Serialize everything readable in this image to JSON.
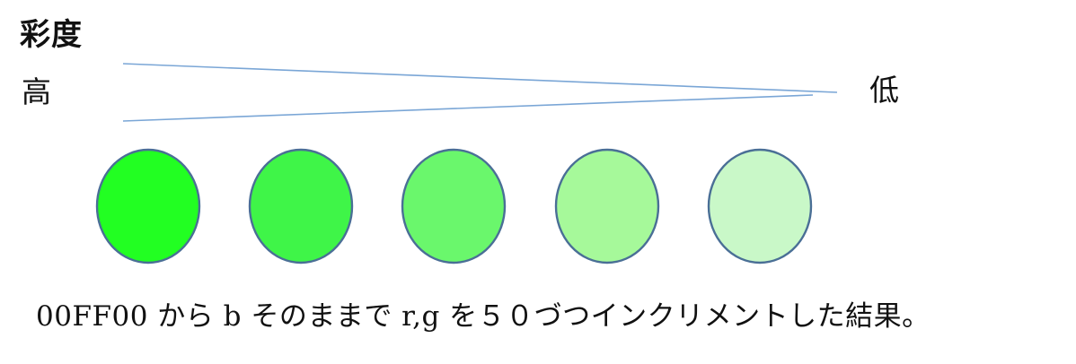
{
  "title": "彩度",
  "scale": {
    "high_label": "高",
    "low_label": "低"
  },
  "line_color": "#7aa6d6",
  "circle_stroke": "#4a6f96",
  "swatches": [
    {
      "color": "#22ff22"
    },
    {
      "color": "#3ff548"
    },
    {
      "color": "#6af76c"
    },
    {
      "color": "#a6f99a"
    },
    {
      "color": "#c9f8c8"
    }
  ],
  "caption": "00FF00 から b そのままで r,g を５０づつインクリメントした結果。"
}
